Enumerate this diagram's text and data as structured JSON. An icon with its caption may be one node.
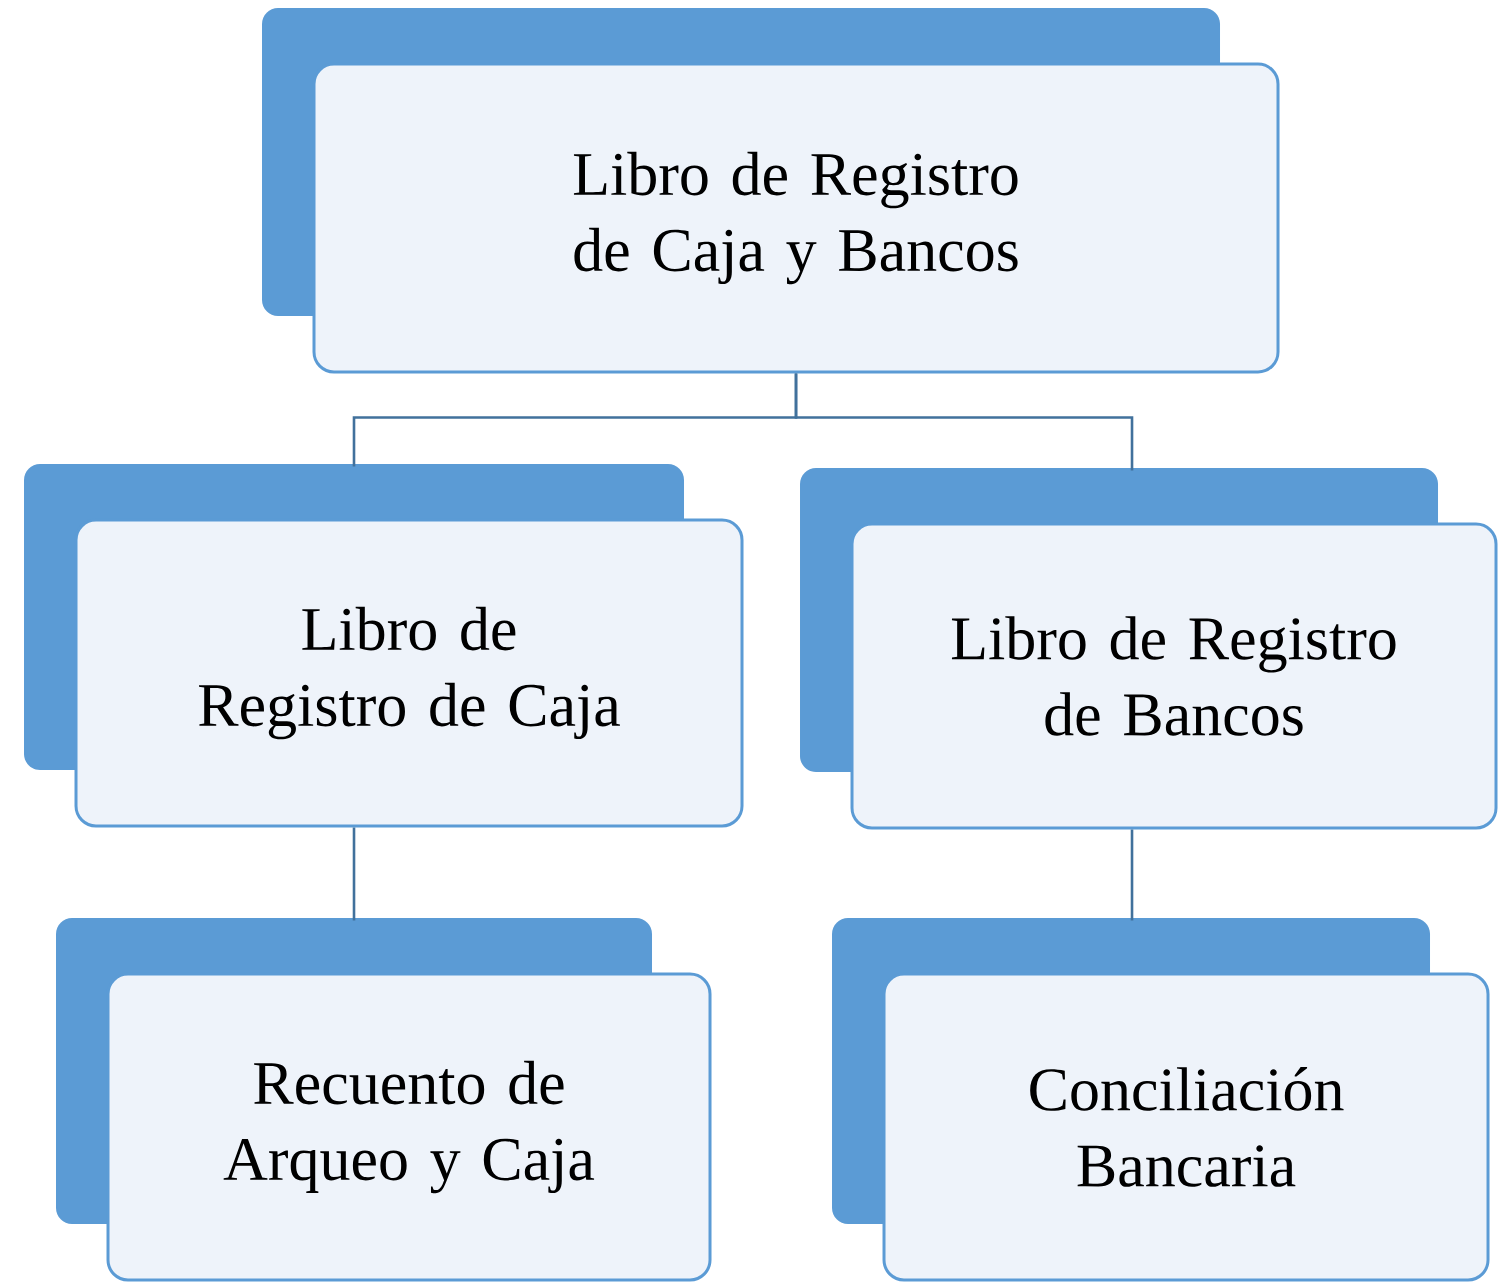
{
  "diagram": {
    "nodes": [
      {
        "text": [
          "Libro de Registro de Caja y Bancos"
        ]
      },
      {
        "text": [
          "Libro de Registro de Caja"
        ]
      },
      {
        "text": [
          "Libro de Registro de Bancos"
        ]
      },
      {
        "text": [
          "Recuento de Arqueo y Caja"
        ]
      },
      {
        "text": [
          "Conciliación Bancaria"
        ]
      }
    ],
    "edges": [
      {
        "from": 0,
        "to": 1,
        "arrow": "none"
      },
      {
        "from": 0,
        "to": 2,
        "arrow": "none"
      },
      {
        "from": 1,
        "to": 3,
        "arrow": "none"
      },
      {
        "from": 2,
        "to": 4,
        "arrow": "none"
      }
    ]
  }
}
